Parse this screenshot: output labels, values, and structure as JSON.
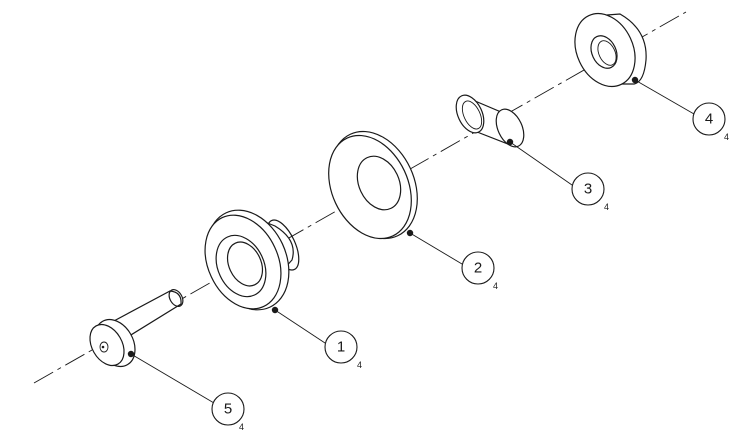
{
  "callouts": [
    {
      "item": "1",
      "qty": "4"
    },
    {
      "item": "2",
      "qty": "4"
    },
    {
      "item": "3",
      "qty": "4"
    },
    {
      "item": "4",
      "qty": "4"
    },
    {
      "item": "5",
      "qty": "4"
    }
  ]
}
